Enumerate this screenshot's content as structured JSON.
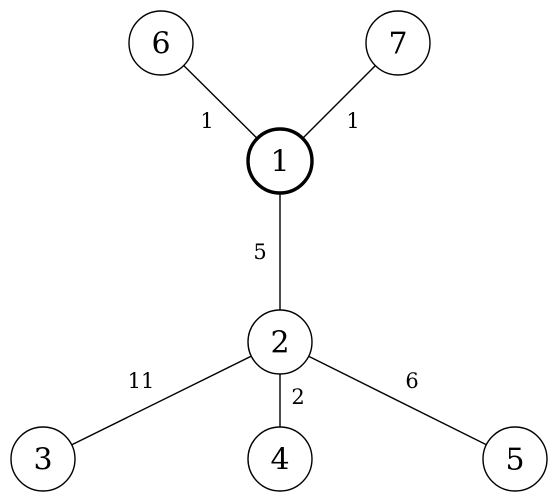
{
  "root_node": "1",
  "nodes": [
    {
      "id": "1",
      "label": "1",
      "root": true
    },
    {
      "id": "2",
      "label": "2",
      "root": false
    },
    {
      "id": "3",
      "label": "3",
      "root": false
    },
    {
      "id": "4",
      "label": "4",
      "root": false
    },
    {
      "id": "5",
      "label": "5",
      "root": false
    },
    {
      "id": "6",
      "label": "6",
      "root": false
    },
    {
      "id": "7",
      "label": "7",
      "root": false
    }
  ],
  "edges": [
    {
      "from": "1",
      "to": "6",
      "weight": "1"
    },
    {
      "from": "1",
      "to": "7",
      "weight": "1"
    },
    {
      "from": "1",
      "to": "2",
      "weight": "5"
    },
    {
      "from": "2",
      "to": "3",
      "weight": "11"
    },
    {
      "from": "2",
      "to": "4",
      "weight": "2"
    },
    {
      "from": "2",
      "to": "5",
      "weight": "6"
    }
  ]
}
